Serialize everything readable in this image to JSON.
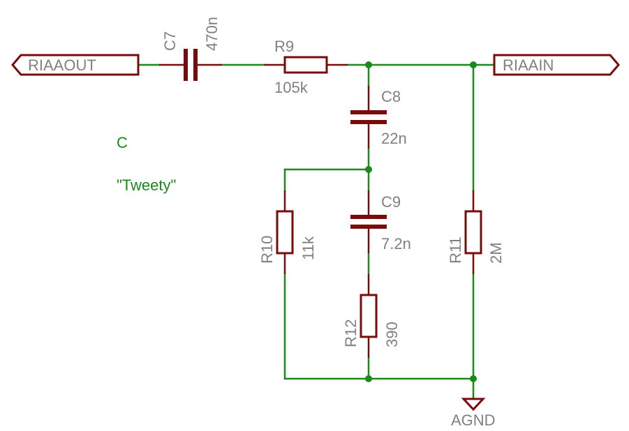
{
  "ports": {
    "riaaout": "RIAAOUT",
    "riaain": "RIAAIN",
    "agnd": "AGND"
  },
  "components": {
    "c7": {
      "name": "C7",
      "value": "470n"
    },
    "r9": {
      "name": "R9",
      "value": "105k"
    },
    "c8": {
      "name": "C8",
      "value": "22n"
    },
    "c9": {
      "name": "C9",
      "value": "7.2n"
    },
    "r10": {
      "name": "R10",
      "value": "11k"
    },
    "r11": {
      "name": "R11",
      "value": "2M"
    },
    "r12": {
      "name": "R12",
      "value": "390"
    }
  },
  "notes": {
    "variant": "C",
    "nickname": "\"Tweety\""
  },
  "colors": {
    "wire": "#1a8a1a",
    "component": "#7a0b0b",
    "label": "#808080"
  }
}
